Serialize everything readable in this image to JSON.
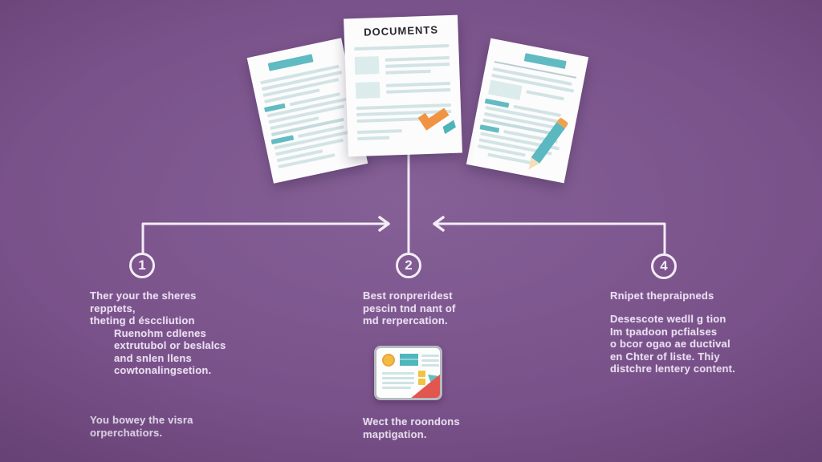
{
  "colors": {
    "background": "#784f88",
    "paper": "#fcfcfd",
    "teal_dark": "#5fbac1",
    "teal_light": "#d2e3e4",
    "orange": "#f0923f",
    "red": "#e2554f",
    "yellow": "#f2bb41",
    "connector_white": "#f3ecf6",
    "text": "#e9def0"
  },
  "icons": {
    "checkmark": "orange-checkmark",
    "pencil": "teal-pencil",
    "thumbnail": "image-card-with-folded-corner"
  },
  "documents": {
    "center_title": "DOCUMENTS"
  },
  "steps": [
    {
      "number": "1"
    },
    {
      "number": "2"
    },
    {
      "number": "4"
    }
  ],
  "columns": {
    "step1": {
      "paragraph": [
        "Ther your the sheres",
        "repptets,",
        "theting d ésccliution",
        "Ruenohm cdlenes",
        "extrutubol or beslalcs",
        "and snlen llens",
        "cowtonalingsetion."
      ],
      "footer": [
        "You bowey the visra",
        "orperchatiors."
      ]
    },
    "step2": {
      "paragraph": [
        "Best ronpreridest",
        "pescin tnd nant of",
        "md rerpercation."
      ],
      "footer": [
        "Wect the roondons",
        "maptigation."
      ]
    },
    "step4": {
      "heading": "Rnipet thepraipneds",
      "paragraph": [
        "Desescote wedll g tion",
        "Im tpadoon pcfialses",
        "o bcor ogao ae ductival",
        "en Chter of liste. Thiy",
        "distchre lentery content."
      ]
    }
  }
}
